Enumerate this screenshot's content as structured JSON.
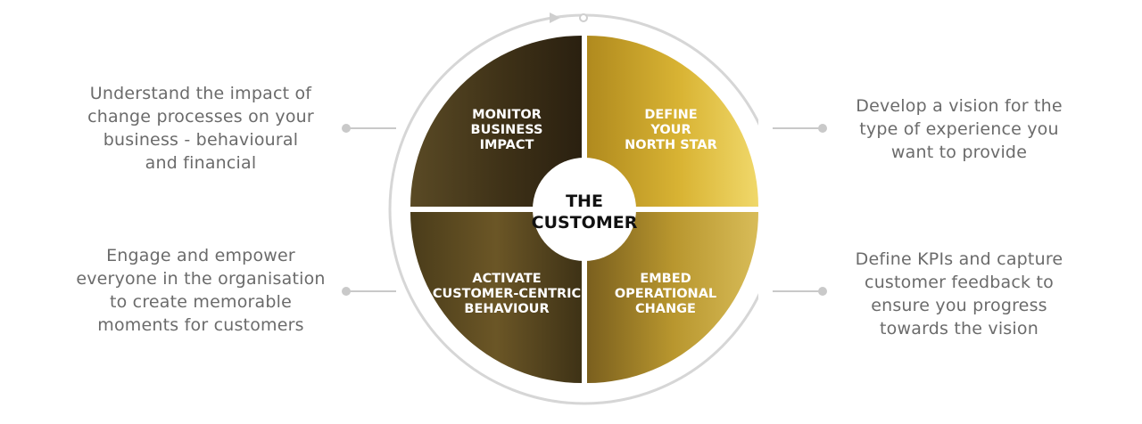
{
  "center": {
    "line1": "THE",
    "line2": "CUSTOMER"
  },
  "quadrants": {
    "top_left": {
      "lines": [
        "MONITOR",
        "BUSINESS",
        "IMPACT"
      ]
    },
    "top_right": {
      "lines": [
        "DEFINE",
        "YOUR",
        "NORTH STAR"
      ]
    },
    "bottom_left": {
      "lines": [
        "ACTIVATE",
        "CUSTOMER-CENTRIC",
        "BEHAVIOUR"
      ]
    },
    "bottom_right": {
      "lines": [
        "EMBED",
        "OPERATIONAL",
        "CHANGE"
      ]
    }
  },
  "descriptions": {
    "top_left": {
      "lines": [
        "Understand the impact of",
        "change processes on your",
        "business - behavioural",
        "and financial"
      ]
    },
    "bottom_left": {
      "lines": [
        "Engage and empower",
        "everyone in the organisation",
        "to create memorable",
        "moments for customers"
      ]
    },
    "top_right": {
      "lines": [
        "Develop a vision for the",
        "type of experience you",
        "want to provide"
      ]
    },
    "bottom_right": {
      "lines": [
        "Define KPIs and capture",
        "customer feedback to",
        "ensure you progress",
        "towards the vision"
      ]
    }
  },
  "colors": {
    "ring": "#cfcfcf",
    "connector": "#c9c9c9",
    "description_text": "#6b6b6b",
    "center_text": "#111111",
    "dark_gold": "#3b2e14",
    "bright_gold": "#e8c94a"
  }
}
